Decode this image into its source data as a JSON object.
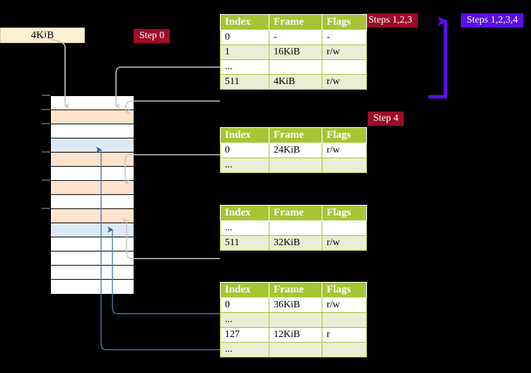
{
  "labels": {
    "kib_box": "4KiB",
    "step0": "Step 0",
    "step4": "Step 4",
    "steps123": "Steps 1,2,3",
    "steps1234": "Steps 1,2,3,4"
  },
  "colors": {
    "badge_red": "#9c0d28",
    "badge_purple": "#5b10e8",
    "table_header": "#a6c536",
    "table_alt_row": "#e9eed4",
    "highlight": "#fbf8a8",
    "mem_orange": "#fde2cd",
    "mem_blue": "#dce9f7",
    "kib_box_bg": "#fcf0d4",
    "gray_arrow": "#c8c8c8",
    "blue_arrow": "#5577aa"
  },
  "tables": [
    {
      "name": "table-level-1",
      "headers": [
        "Index",
        "Frame",
        "Flags"
      ],
      "rows": [
        {
          "style": "plain",
          "cells": [
            "0",
            "-",
            "-"
          ]
        },
        {
          "style": "alt",
          "cells": [
            "1",
            "16KiB",
            "r/w"
          ]
        },
        {
          "style": "plain",
          "cells": [
            "...",
            "",
            ""
          ]
        },
        {
          "style": "alt",
          "highlight": true,
          "cells": [
            "511",
            "4KiB",
            "r/w"
          ]
        }
      ]
    },
    {
      "name": "table-level-2",
      "headers": [
        "Index",
        "Frame",
        "Flags"
      ],
      "rows": [
        {
          "style": "plain",
          "cells": [
            "0",
            "24KiB",
            "r/w"
          ]
        },
        {
          "style": "alt",
          "cells": [
            "...",
            "",
            ""
          ]
        }
      ]
    },
    {
      "name": "table-level-3",
      "headers": [
        "Index",
        "Frame",
        "Flags"
      ],
      "rows": [
        {
          "style": "plain",
          "cells": [
            "...",
            "",
            ""
          ]
        },
        {
          "style": "alt",
          "cells": [
            "511",
            "32KiB",
            "r/w"
          ]
        }
      ]
    },
    {
      "name": "table-level-4",
      "headers": [
        "Index",
        "Frame",
        "Flags"
      ],
      "rows": [
        {
          "style": "plain",
          "cells": [
            "0",
            "36KiB",
            "r/w"
          ]
        },
        {
          "style": "alt",
          "cells": [
            "...",
            "",
            ""
          ]
        },
        {
          "style": "plain",
          "cells": [
            "127",
            "12KiB",
            "r"
          ]
        },
        {
          "style": "alt",
          "cells": [
            "...",
            "",
            ""
          ]
        }
      ]
    }
  ],
  "memory": {
    "name": "physical-memory-column",
    "rows": [
      {
        "fill": "white"
      },
      {
        "fill": "orange"
      },
      {
        "fill": "white"
      },
      {
        "fill": "blue"
      },
      {
        "fill": "orange"
      },
      {
        "fill": "white"
      },
      {
        "fill": "orange"
      },
      {
        "fill": "white"
      },
      {
        "fill": "orange"
      },
      {
        "fill": "blue"
      },
      {
        "fill": "white"
      },
      {
        "fill": "white"
      },
      {
        "fill": "white"
      },
      {
        "fill": "white"
      }
    ],
    "ticks_at_rows": [
      0,
      1,
      2,
      4,
      6,
      8
    ]
  }
}
